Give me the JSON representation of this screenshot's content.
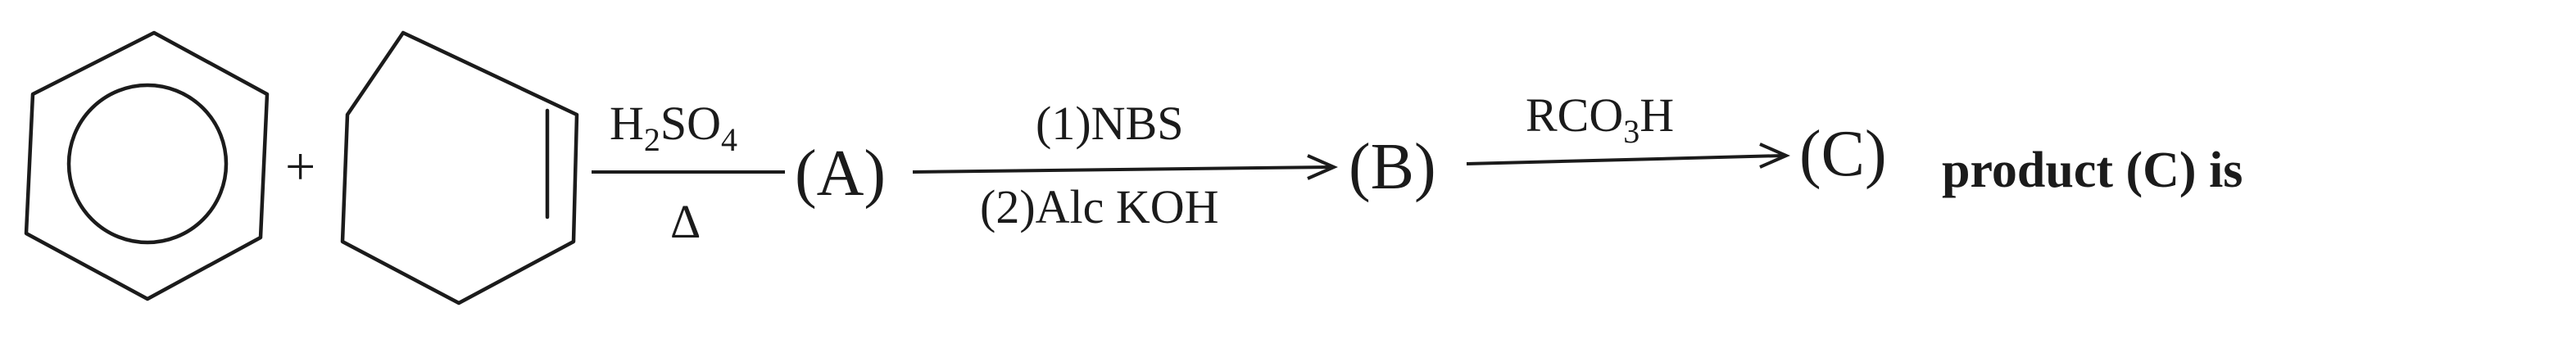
{
  "reactants": {
    "first": "benzene",
    "plus": "+",
    "second": "cyclohexene"
  },
  "step1": {
    "reagent_main": "H",
    "reagent_sub1": "2",
    "reagent_mid": "SO",
    "reagent_sub2": "4",
    "condition": "Δ",
    "product_label": "(A)"
  },
  "step2": {
    "reagent_1_num": "1",
    "reagent_1_text": "NBS",
    "reagent_2_num": "2",
    "reagent_2_text": "Alc KOH",
    "product_label": "(B)"
  },
  "step3": {
    "reagent_main": "RCO",
    "reagent_sub": "3",
    "reagent_end": "H",
    "product_label": "(C)"
  },
  "question": "product (C) is"
}
